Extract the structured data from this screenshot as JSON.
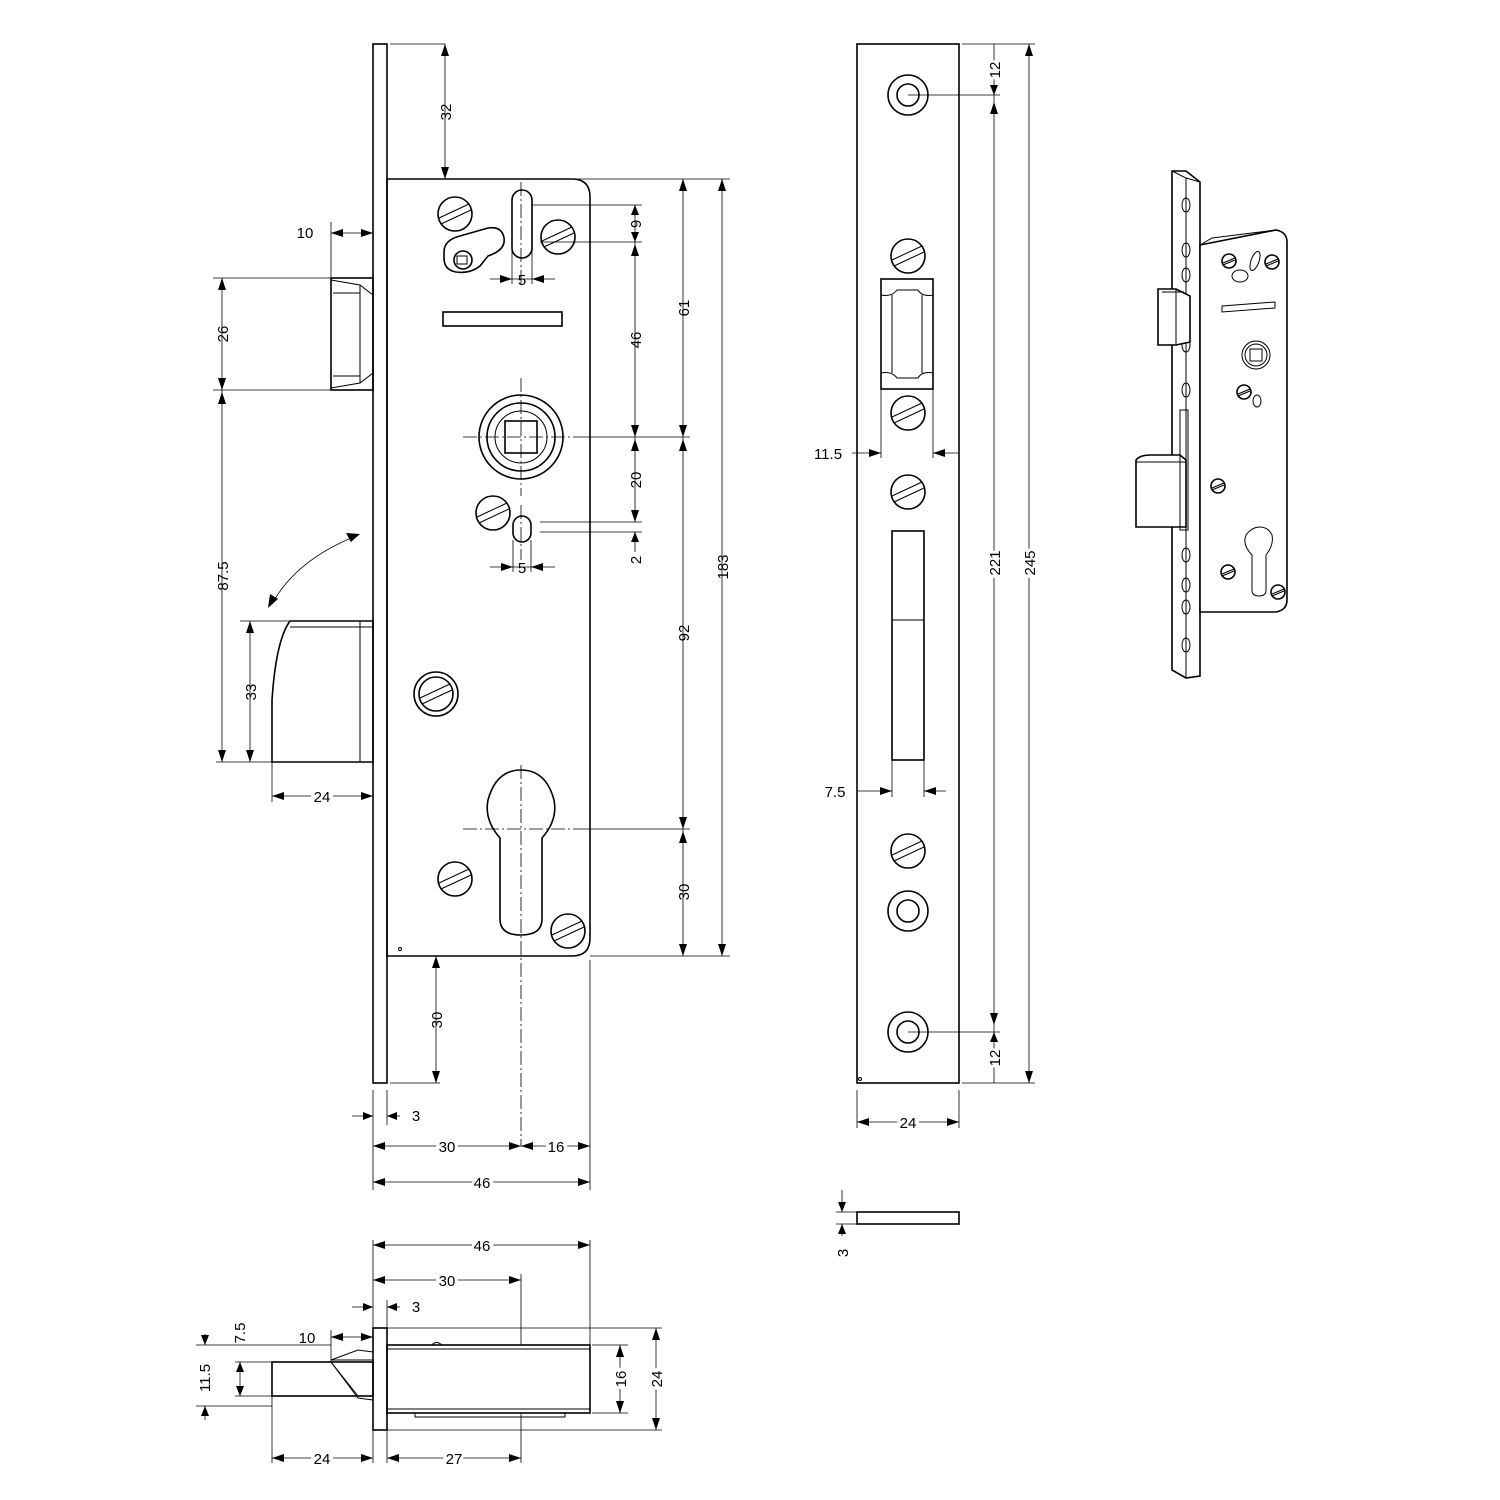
{
  "front": {
    "faceplate_top": "32",
    "latch_projection": "10",
    "latch_height": "26",
    "latch_to_bolt": "87.5",
    "bolt_height": "33",
    "bolt_throw": "24",
    "slot_offset": "9",
    "slot_width_top": "5",
    "body_to_handle": "61",
    "slot_to_handle": "46",
    "handle_to_slot": "20",
    "slot_small": "2",
    "slot_width_bottom": "5",
    "handle_to_cylinder": "92",
    "body_height": "183",
    "cylinder_to_body": "30",
    "faceplate_bottom": "30",
    "faceplate_thickness": "3",
    "backset": "30",
    "cyl_to_back": "16",
    "body_width": "46"
  },
  "side": {
    "top_hole": "12",
    "latch_width": "11.5",
    "bolt_width": "7.5",
    "holes_span": "221",
    "faceplate_length": "245",
    "bottom_hole": "12",
    "faceplate_width": "24",
    "plate_thickness": "3"
  },
  "plan": {
    "overall_width": "46",
    "backset": "30",
    "faceplate_thickness": "3",
    "latch_projection": "10",
    "latch_offset": "7.5",
    "latch_width": "11.5",
    "body_thickness": "16",
    "faceplate_width": "24",
    "bolt_throw": "24",
    "body_depth": "27"
  }
}
